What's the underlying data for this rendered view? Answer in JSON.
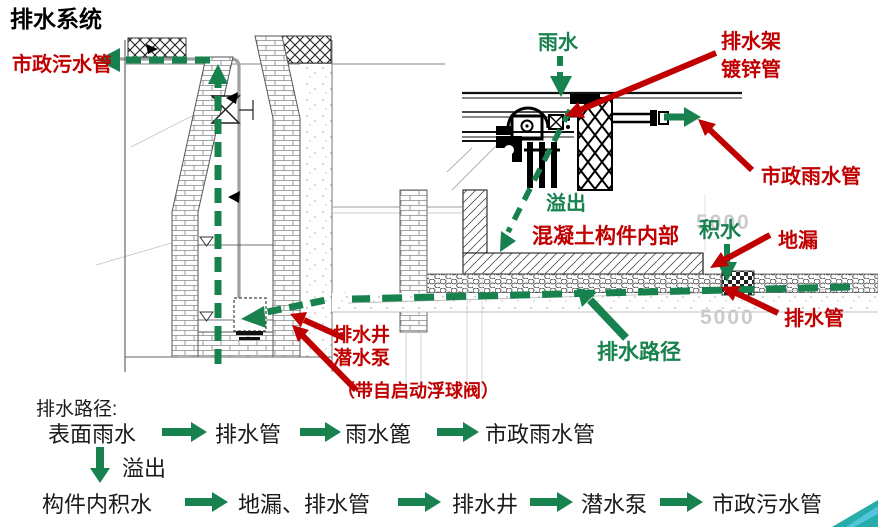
{
  "title": "排水系统",
  "colors": {
    "green": "#17824E",
    "red": "#C00000",
    "gray": "#CBCBCB",
    "teal": "#27ABAB",
    "cyan": "#52C6D8"
  },
  "diagram_labels": {
    "municipal_sewage": "市政污水管",
    "rainwater": "雨水",
    "drain_rack_line1": "排水架",
    "drain_rack_line2": "镀锌管",
    "municipal_rain": "市政雨水管",
    "overflow": "溢出",
    "concrete_interior": "混凝土构件内部",
    "ponding": "积水",
    "floor_drain": "地漏",
    "drain_pipe": "排水管",
    "drain_path": "排水路径",
    "drain_well": "排水井",
    "submersible_pump": "潜水泵",
    "float_valve_note": "（带自启动浮球阀）",
    "dim_upper": "5000",
    "dim_lower": "5000"
  },
  "flow": {
    "heading": "排水路径:",
    "row1": [
      "表面雨水",
      "排水管",
      "雨水篦",
      "市政雨水管"
    ],
    "overflow_label": "溢出",
    "row2": [
      "构件内积水",
      "地漏、排水管",
      "排水井",
      "潜水泵",
      "市政污水管"
    ]
  }
}
